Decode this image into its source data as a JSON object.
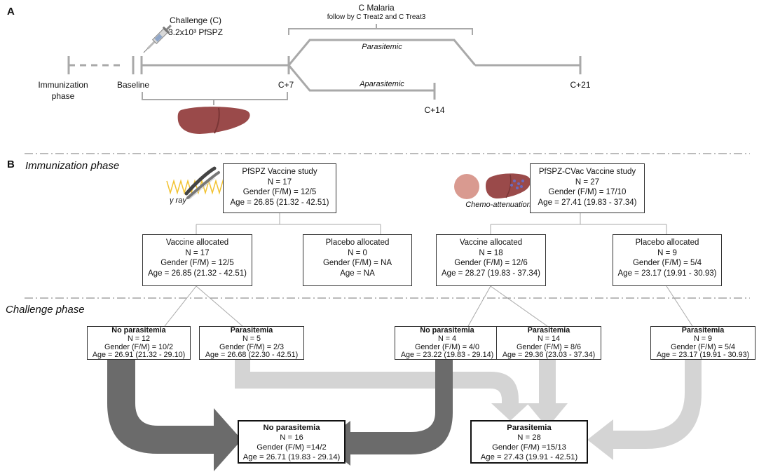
{
  "panels": {
    "a": "A",
    "b": "B"
  },
  "timeline": {
    "immunization_phase": "Immunization\nphase",
    "baseline": "Baseline",
    "challenge_title": "Challenge (C)",
    "challenge_dose": "3.2x10³ PfSPZ",
    "c_malaria": "C Malaria",
    "c_malaria_sub": "follow by C Treat2 and C Treat3",
    "parasitemic": "Parasitemic",
    "aparasitemic": "Aparasitemic",
    "c7": "C+7",
    "c14": "C+14",
    "c21": "C+21"
  },
  "phases": {
    "immunization": "Immunization phase",
    "challenge": "Challenge phase"
  },
  "icons": {
    "gamma_label": "γ ray",
    "chemo_label": "Chemo-attenuation"
  },
  "colors": {
    "dark_arrow": "#6b6b6b",
    "light_arrow": "#d4d4d4",
    "timeline": "#a9a9a9",
    "liver": "#9a4a4a"
  },
  "studies": {
    "pfspz": {
      "title": "PfSPZ Vaccine study",
      "n": "N = 17",
      "gender": "Gender (F/M) = 12/5",
      "age": "Age = 26.85 (21.32 - 42.51)"
    },
    "cvac": {
      "title": "PfSPZ-CVac Vaccine study",
      "n": "N = 27",
      "gender": "Gender (F/M) = 17/10",
      "age": "Age = 27.41 (19.83 - 37.34)"
    }
  },
  "allocations": {
    "pfspz_vaccine": {
      "title": "Vaccine allocated",
      "n": "N = 17",
      "gender": "Gender (F/M) = 12/5",
      "age": "Age = 26.85 (21.32 - 42.51)"
    },
    "pfspz_placebo": {
      "title": "Placebo allocated",
      "n": "N = 0",
      "gender": "Gender (F/M) = NA",
      "age": "Age = NA"
    },
    "cvac_vaccine": {
      "title": "Vaccine allocated",
      "n": "N = 18",
      "gender": "Gender (F/M) = 12/6",
      "age": "Age = 28.27 (19.83 - 37.34)"
    },
    "cvac_placebo": {
      "title": "Placebo allocated",
      "n": "N = 9",
      "gender": "Gender (F/M) = 5/4",
      "age": "Age = 23.17 (19.91 - 30.93)"
    }
  },
  "challenge": {
    "pfspz_nopara": {
      "title": "No parasitemia",
      "n": "N = 12",
      "gender": "Gender (F/M) = 10/2",
      "age": "Age = 26.91 (21.32 - 29.10)"
    },
    "pfspz_para": {
      "title": "Parasitemia",
      "n": "N = 5",
      "gender": "Gender (F/M) = 2/3",
      "age": "Age = 26.68 (22.30 - 42.51)"
    },
    "cvac_nopara": {
      "title": "No parasitemia",
      "n": "N = 4",
      "gender": "Gender (F/M) = 4/0",
      "age": "Age = 23.22 (19.83 - 29.14)"
    },
    "cvac_para": {
      "title": "Parasitemia",
      "n": "N = 14",
      "gender": "Gender (F/M) = 8/6",
      "age": "Age = 29.36 (23.03 - 37.34)"
    },
    "placebo_para": {
      "title": "Parasitemia",
      "n": "N =  9",
      "gender": "Gender (F/M) = 5/4",
      "age": "Age = 23.17 (19.91 - 30.93)"
    }
  },
  "totals": {
    "nopara": {
      "title": "No parasitemia",
      "n": "N = 16",
      "gender": "Gender (F/M) =14/2",
      "age": "Age = 26.71 (19.83 - 29.14)"
    },
    "para": {
      "title": "Parasitemia",
      "n": "N = 28",
      "gender": "Gender (F/M) =15/13",
      "age": "Age = 27.43 (19.91 - 42.51)"
    }
  }
}
